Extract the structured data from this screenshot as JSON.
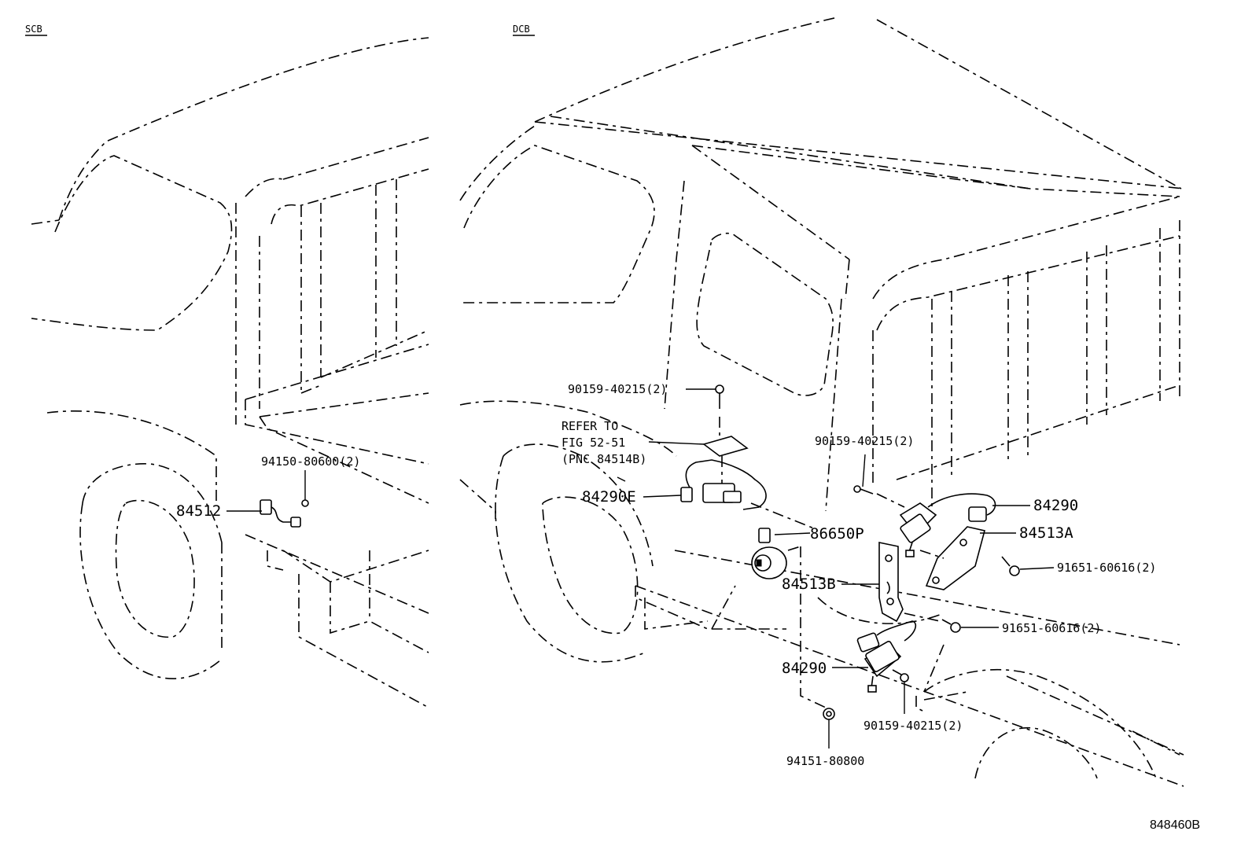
{
  "panels": {
    "left_label": "SCB",
    "right_label": "DCB"
  },
  "callouts": {
    "scb_bolt": "94150-80600(2)",
    "scb_sensor": "84512",
    "dcb_bolt_top": "90159-40215(2)",
    "refer_line1": "REFER TO",
    "refer_line2": "FIG 52-51",
    "refer_line3": "(PNC 84514B)",
    "switch_e": "84290E",
    "bolt_mid": "90159-40215(2)",
    "buzzer": "86650P",
    "switch_right": "84290",
    "bracket_a": "84513A",
    "bolt_91651_a": "91651-60616(2)",
    "bracket_b": "84513B",
    "bolt_91651_b": "91651-60616(2)",
    "switch_lower": "84290",
    "bolt_lower": "90159-40215(2)",
    "nut_lower": "94151-80800"
  },
  "figure_code": "848460B"
}
